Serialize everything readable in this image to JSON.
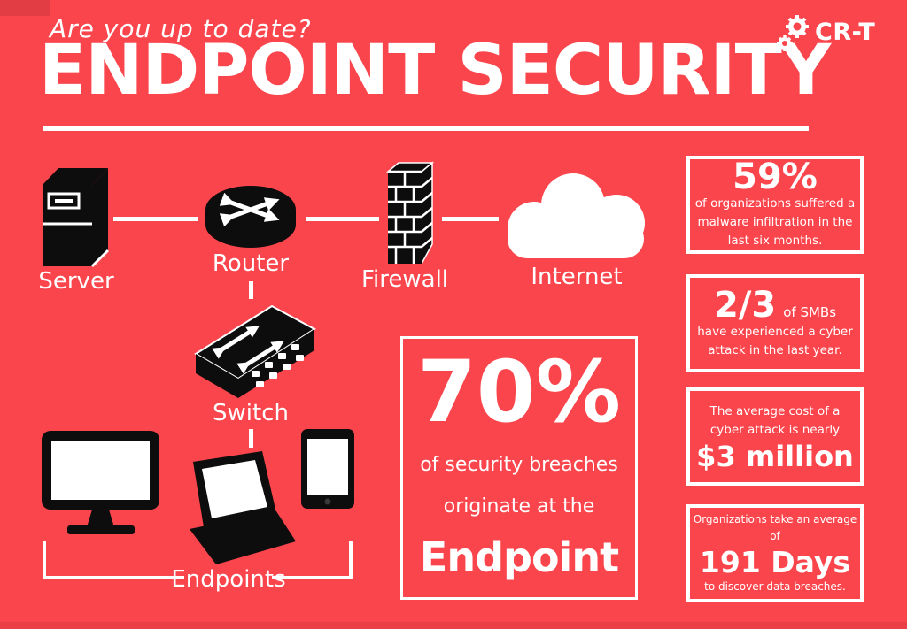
{
  "header": {
    "tagline": "Are you up to date?",
    "title": "ENDPOINT SECURITY",
    "brand": "CR-T"
  },
  "diagram": {
    "server_label": "Server",
    "router_label": "Router",
    "firewall_label": "Firewall",
    "internet_label": "Internet",
    "switch_label": "Switch",
    "endpoints_label": "Endpoints"
  },
  "highlight": {
    "big": "70%",
    "line1": "of security breaches",
    "line2": "originate at the",
    "emphasis": "Endpoint"
  },
  "stats": [
    {
      "big": "59%",
      "lines": [
        "of organizations suffered a",
        "malware infiltration in the",
        "last six months."
      ]
    },
    {
      "big": "2/3",
      "suffix": "of SMBs",
      "lines": [
        "have experienced a cyber",
        "attack in the last year."
      ]
    },
    {
      "lines": [
        "The average cost of a",
        "cyber attack is nearly"
      ],
      "big": "$3 million"
    },
    {
      "lead": "Organizations take an average of",
      "big": "191 Days",
      "tail": "to discover data breaches."
    }
  ],
  "colors": {
    "background": "#fa454c",
    "accent_dark": "#e23c45",
    "text": "#ffffff",
    "icon_black": "#0d0d0d"
  }
}
